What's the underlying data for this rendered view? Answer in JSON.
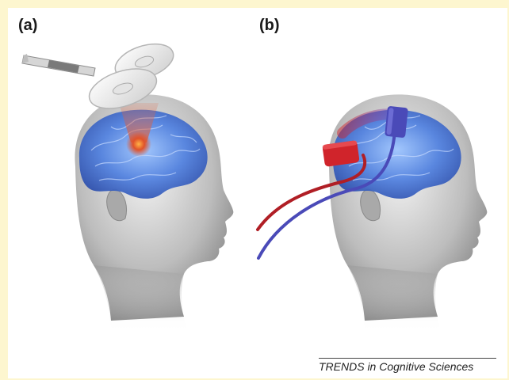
{
  "panels": [
    {
      "label": "(a)"
    },
    {
      "label": "(b)"
    }
  ],
  "credit": "TRENDS in Cognitive Sciences",
  "colors": {
    "background": "#fdf6cf",
    "brain": "#3f6fd6",
    "skin": "#c9c9c9",
    "electrode_anode": "#d0242b",
    "electrode_cathode": "#4a4ab8",
    "stimulation": "#e0522a"
  }
}
